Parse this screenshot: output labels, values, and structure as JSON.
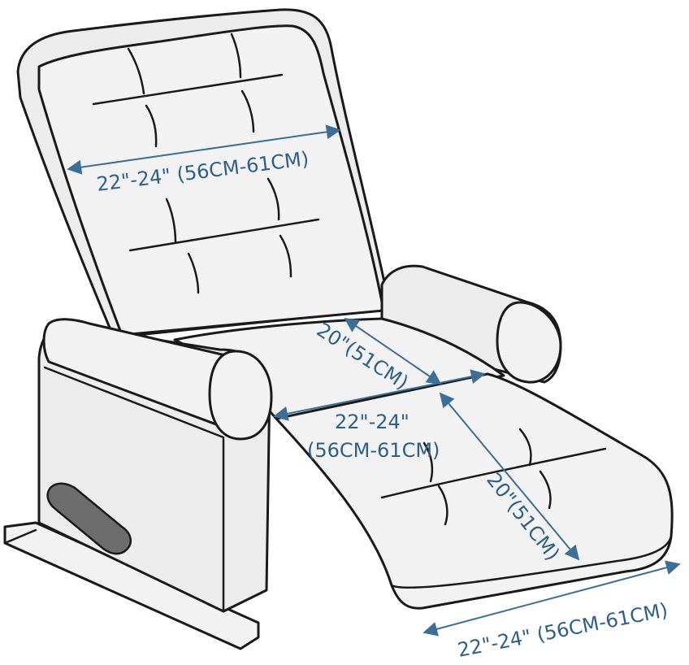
{
  "colors": {
    "dimension": "#3d6e96",
    "dimension_text": "#2e5f87",
    "upholstery": "#ececec",
    "outline": "#1a1a1a",
    "lever": "#6d6d6d"
  },
  "dimensions": {
    "backrest_width": "22\"-24\" (56CM-61CM)",
    "seat_depth": "20\"(51CM)",
    "seat_width_line1": "22\"-24\"",
    "seat_width_line2": "(56CM-61CM)",
    "footrest_length": "20\"(51CM)",
    "footrest_width": "22\"-24\" (56CM-61CM)"
  }
}
